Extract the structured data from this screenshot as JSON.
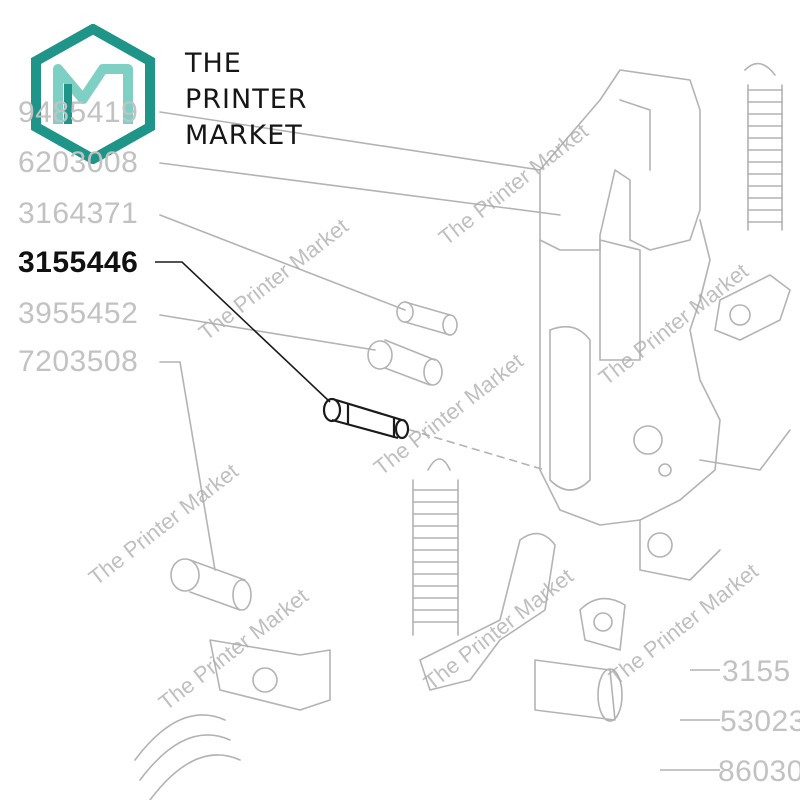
{
  "brand": {
    "line1": "THE",
    "line2": "PRINTER",
    "line3": "MARKET",
    "logo_colors": {
      "primary": "#1f9488",
      "secondary": "#7fd0c4"
    }
  },
  "part_numbers": [
    "9485419",
    "6203008",
    "3164371",
    "3155446",
    "3955452",
    "7203508"
  ],
  "highlighted_part": "3155446",
  "right_part_numbers": [
    "3155",
    "53023",
    "86030"
  ],
  "watermark_text": "The Printer Market",
  "colors": {
    "line_art": "#b3b3b3",
    "highlight_part": "#1a1a1a",
    "label_muted": "#c2c2c2"
  }
}
